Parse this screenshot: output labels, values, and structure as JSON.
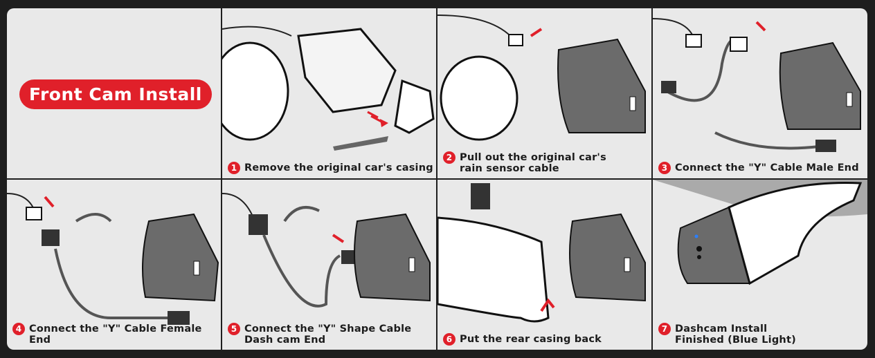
{
  "title": "Front Cam Install",
  "steps": [
    {
      "num": "1",
      "text": "Remove the original car's casing"
    },
    {
      "num": "2",
      "text": "Pull out the original car's rain sensor cable"
    },
    {
      "num": "3",
      "text": "Connect the \"Y\" Cable Male End"
    },
    {
      "num": "4",
      "text": "Connect the \"Y\" Cable Female End"
    },
    {
      "num": "5",
      "text": "Connect the \"Y\" Shape Cable Dash cam End"
    },
    {
      "num": "6",
      "text": "Put the rear casing back"
    },
    {
      "num": "7",
      "text": "Dashcam Install Finished (Blue Light)"
    }
  ],
  "colors": {
    "accent": "#e0202a",
    "camera": "#6b6b6b",
    "panel": "#e9e9e9"
  }
}
